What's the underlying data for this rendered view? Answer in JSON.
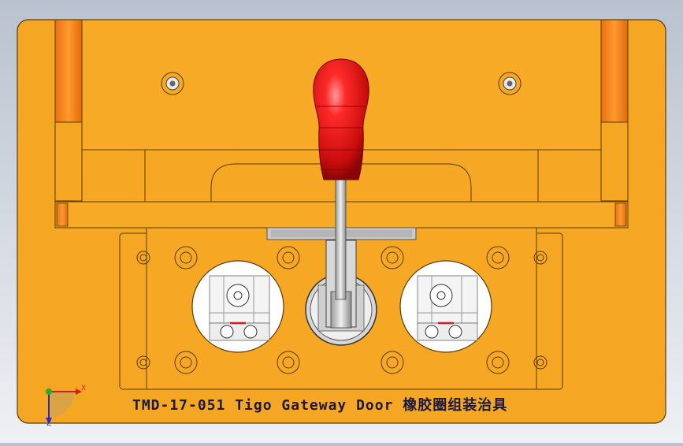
{
  "window": {
    "title": "TMD-17-051 Tigo Gateway Door 橡胶圈组装治具"
  },
  "axes": {
    "x_label": "X",
    "y_label": "Z"
  },
  "colors": {
    "background": "#c7ced8",
    "plate": "#f5a623",
    "plate_edge": "#5a3a08",
    "accent_orange": "#e8801a",
    "handle": "#e01818",
    "steel": "#c8c8c8",
    "axis_x": "#d02020",
    "axis_y": "#20a020",
    "axis_z": "#2030c0"
  },
  "icons": {
    "screw": "screw-icon",
    "bolt": "bolt-icon",
    "coordinate": "coordinate-triad-icon"
  }
}
